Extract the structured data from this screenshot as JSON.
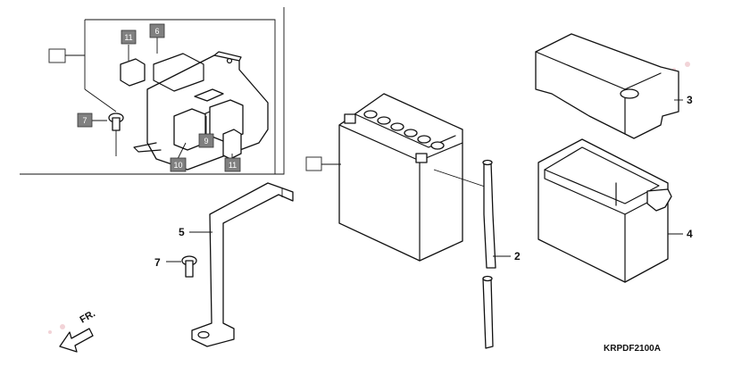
{
  "diagram": {
    "callouts": {
      "c2": "2",
      "c3": "3",
      "c4": "4",
      "c5": "5",
      "c7": "7"
    },
    "boxed_refs": {
      "b6": "6",
      "b7": "7",
      "b9": "9",
      "b10": "10",
      "b11a": "11",
      "b11b": "11"
    },
    "front_label": "FR.",
    "diagram_code": "KRPDF2100A"
  }
}
